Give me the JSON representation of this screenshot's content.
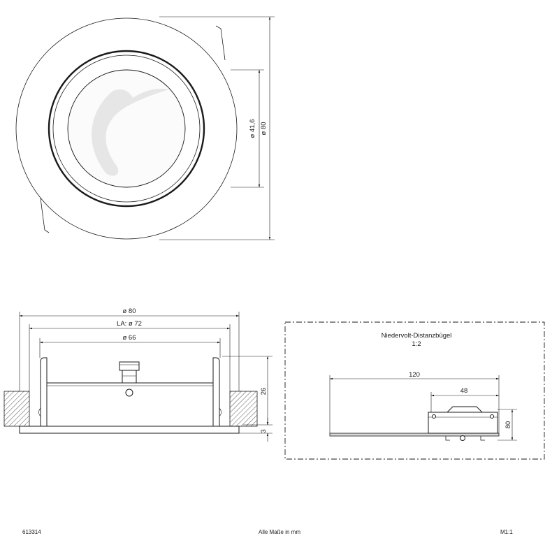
{
  "top_view": {
    "dim_glass": "ø 41,6",
    "dim_outer": "ø 80"
  },
  "side_view": {
    "dim_outer": "ø 80",
    "dim_cutout": "LA: ø 72",
    "dim_body": "ø 66",
    "dim_height": "26",
    "dim_flange": "3"
  },
  "bracket_detail": {
    "title": "Niedervolt-Distanzbügel",
    "scale": "1:2",
    "dim_length": "120",
    "dim_width": "48",
    "dim_height": "80"
  },
  "footer": {
    "article_number": "613314",
    "units_note": "Alle Maße in mm",
    "scale": "M1:1"
  },
  "colors": {
    "line": "#1a1a1a",
    "glass_reflection": "#e6e6e6",
    "hatch": "#555555"
  }
}
